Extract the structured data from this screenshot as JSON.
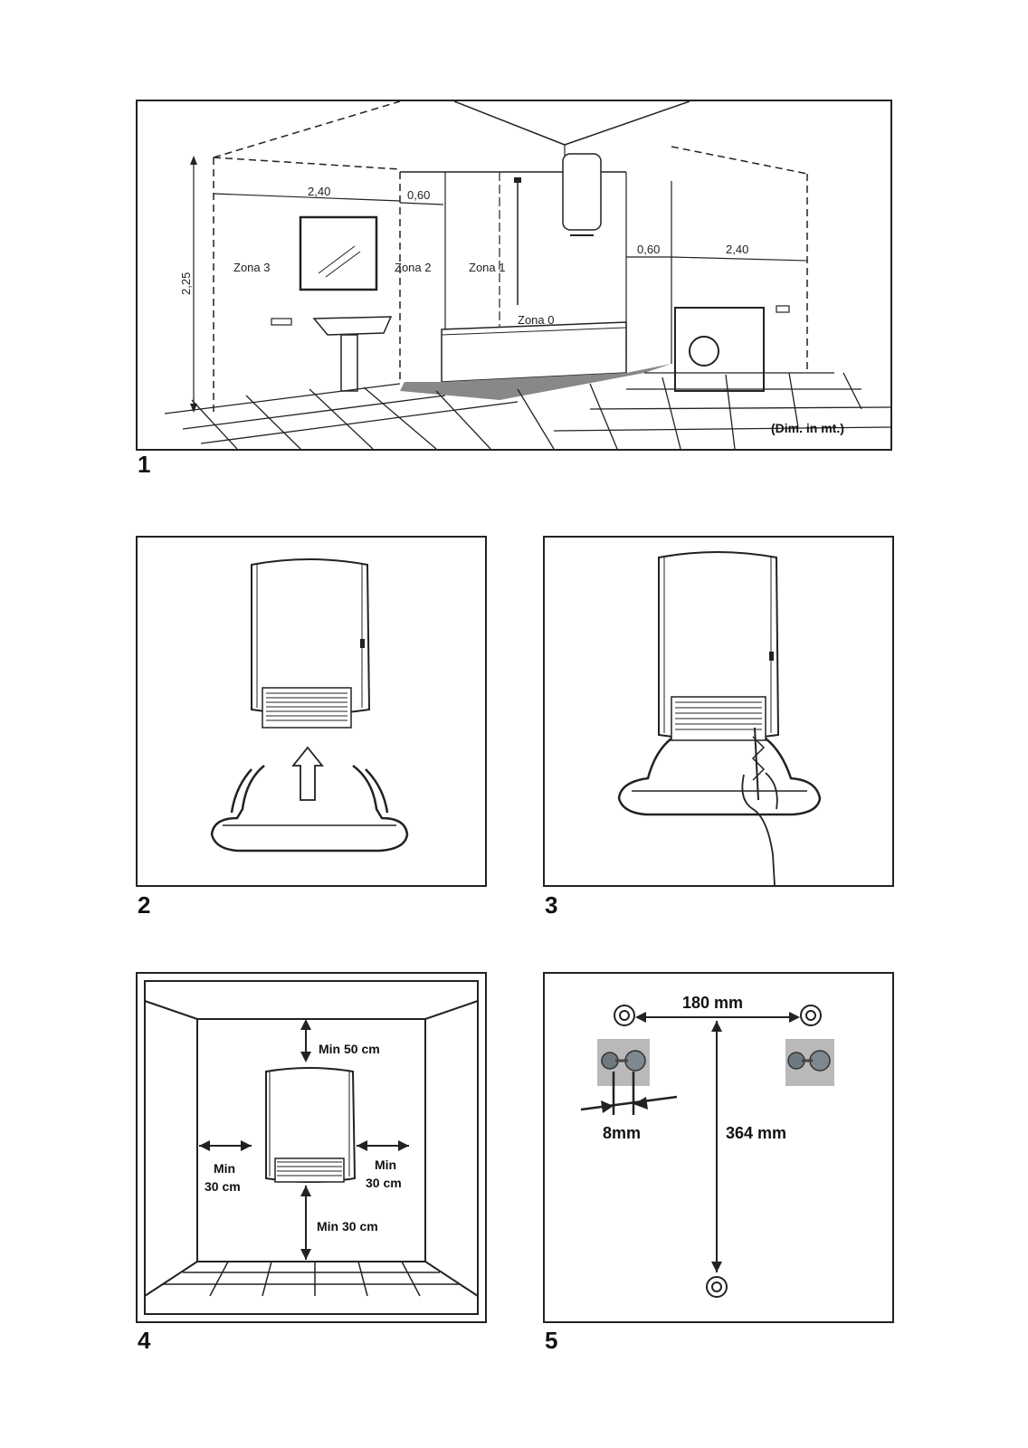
{
  "figures": [
    {
      "number": "1",
      "dimensions": {
        "wall_left": "2,40",
        "zone2_top": "0,60",
        "zone2_right": "0,60",
        "wall_right": "2,40",
        "height": "2,25"
      },
      "zones": {
        "zona3": "Zona 3",
        "zona2": "Zona 2",
        "zona1": "Zona 1",
        "zona0": "Zona 0"
      },
      "unit_note": "(Dim. in mt.)"
    },
    {
      "number": "2"
    },
    {
      "number": "3"
    },
    {
      "number": "4",
      "clearances": {
        "top": "Min 50 cm",
        "left_line1": "Min",
        "left_line2": "30 cm",
        "right_line1": "Min",
        "right_line2": "30 cm",
        "bottom": "Min 30 cm"
      }
    },
    {
      "number": "5",
      "measurements": {
        "horizontal": "180 mm",
        "vertical": "364 mm",
        "screw_gap": "8mm"
      }
    }
  ]
}
